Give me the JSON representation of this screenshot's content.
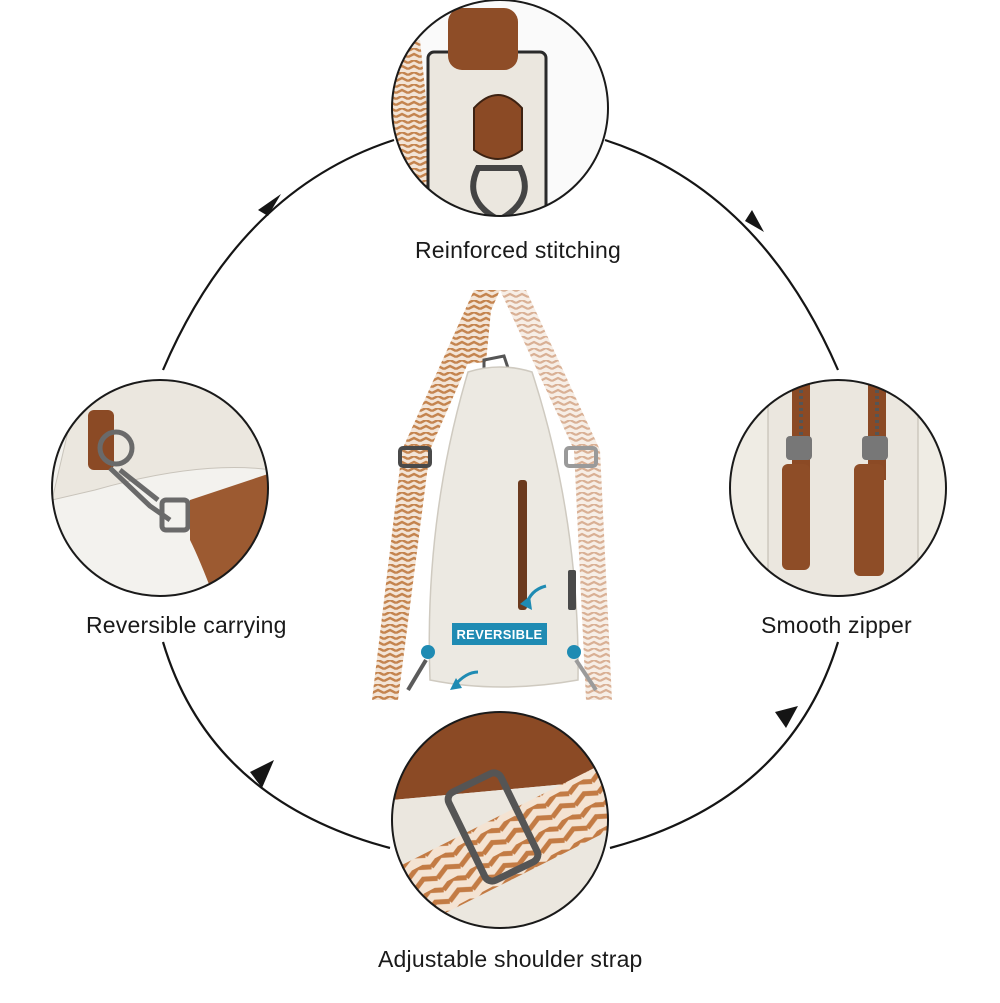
{
  "features": {
    "top": "Reinforced stitching",
    "left": "Reversible carrying",
    "right": "Smooth zipper",
    "bottom": "Adjustable shoulder strap"
  },
  "product": {
    "badge": "REVERSIBLE"
  },
  "colors": {
    "bag_body": "#ece9e2",
    "leather_trim": "#8b4a25",
    "strap_weave": "#c98a5a",
    "accent_blue": "#1f8bb3",
    "ring_outline": "#1a1a1a",
    "hardware": "#5a5a5a"
  },
  "icons": [
    "clockwise-arrow-icon",
    "d-ring-icon",
    "swivel-clasp-icon",
    "zipper-pull-icon",
    "strap-buckle-icon"
  ]
}
